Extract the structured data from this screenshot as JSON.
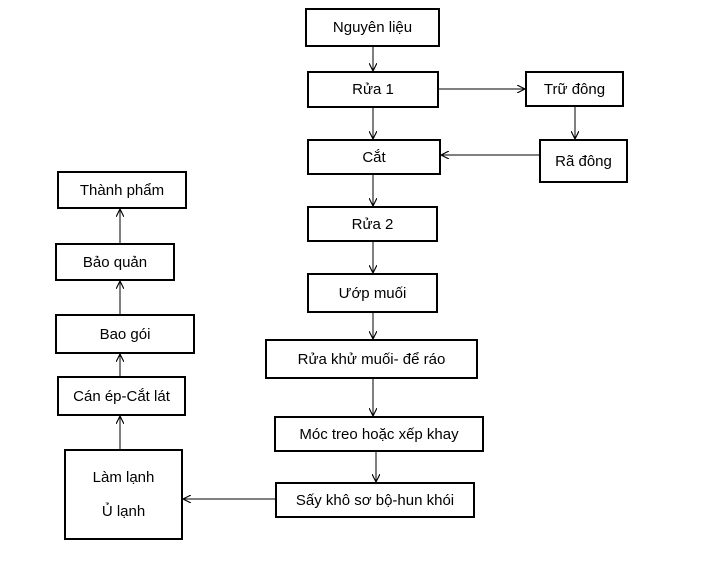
{
  "nodes": {
    "nguyen_lieu": "Nguyên liệu",
    "rua1": "Rửa 1",
    "tru_dong": "Trữ đông",
    "ra_dong": "Rã đông",
    "cat": "Cắt",
    "rua2": "Rửa 2",
    "uop_muoi": "Ướp muối",
    "rua_khu_muoi": "Rửa khử muối- để ráo",
    "moc_treo": "Móc treo hoặc xếp khay",
    "say_kho": "Sấy khô sơ bộ-hun khói",
    "lam_lanh_line1": "Làm lạnh",
    "lam_lanh_line2": "Ủ lạnh",
    "can_ep": "Cán ép-Cắt lát",
    "bao_goi": "Bao gói",
    "bao_quan": "Bảo quản",
    "thanh_pham": "Thành phẩm"
  }
}
